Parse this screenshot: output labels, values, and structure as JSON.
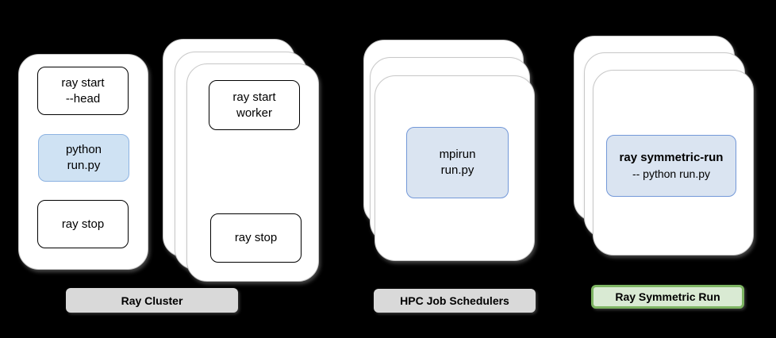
{
  "colors": {
    "background": "#000000",
    "card_fill": "#ffffff",
    "card_edge": "#c8c8c8",
    "cmd_fill": "#ffffff",
    "cmd_border": "#000000",
    "blue_fill": "#cfe2f3",
    "blue_border": "#8db3e2",
    "blue_fill_alt": "#dae4f1",
    "blue_border_alt": "#7398d8",
    "gray_label_fill": "#d9d9d9",
    "green_label_fill": "#d9ead3",
    "green_label_border": "#7db462",
    "text": "#000000"
  },
  "groups": [
    {
      "name": "head-node",
      "boxes": [
        {
          "lines": [
            "ray start",
            "--head"
          ]
        },
        {
          "lines": [
            "python",
            "run.py"
          ]
        },
        {
          "lines": [
            "ray stop"
          ]
        }
      ]
    },
    {
      "name": "worker-nodes",
      "boxes": [
        {
          "lines": [
            "ray start",
            "worker"
          ]
        },
        {
          "lines": [
            "ray stop"
          ]
        }
      ]
    },
    {
      "name": "hpc-job-schedulers",
      "boxes": [
        {
          "lines": [
            "mpirun",
            "run.py"
          ]
        }
      ]
    },
    {
      "name": "ray-symmetric-run",
      "boxes": [
        {
          "lines": [
            "ray symmetric-run",
            "-- python run.py"
          ]
        }
      ]
    }
  ],
  "labels": [
    {
      "text": "Ray Cluster",
      "variant": "gray"
    },
    {
      "text": "HPC Job Schedulers",
      "variant": "gray"
    },
    {
      "text": "Ray Symmetric Run",
      "variant": "green"
    }
  ]
}
